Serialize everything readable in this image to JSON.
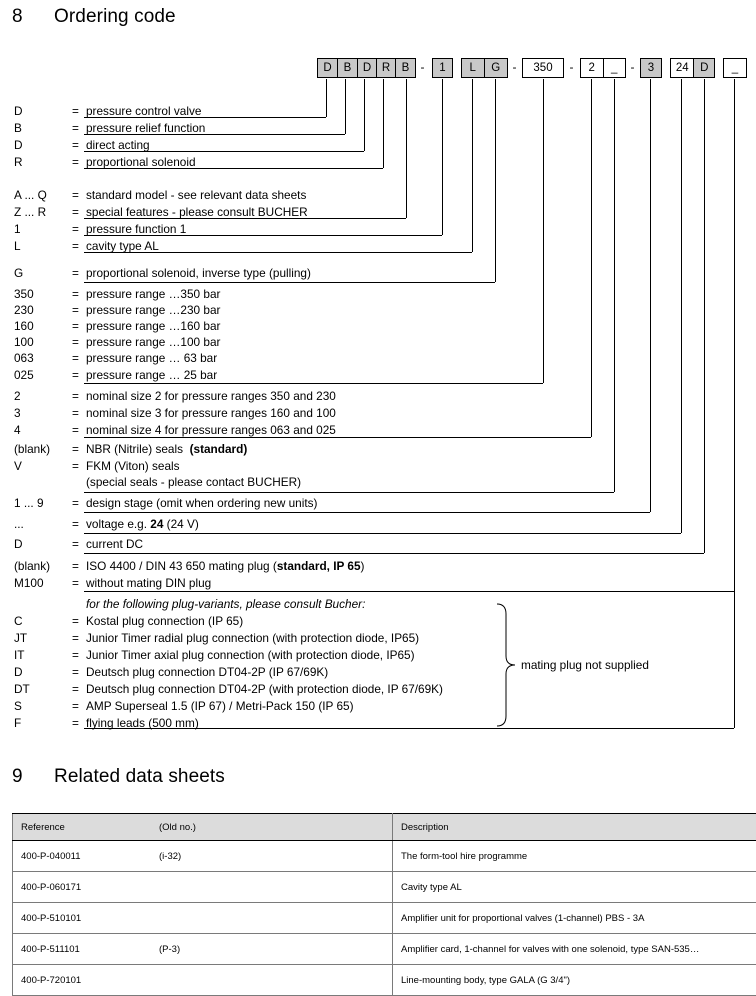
{
  "sections": {
    "ordering": {
      "number": "8",
      "title": "Ordering code"
    },
    "related": {
      "number": "9",
      "title": "Related data sheets"
    }
  },
  "ordering_code": {
    "groups": [
      {
        "name": "model-group",
        "cells": [
          {
            "text": "D",
            "fill": "gray"
          },
          {
            "text": "B",
            "fill": "gray"
          },
          {
            "text": "D",
            "fill": "gray"
          },
          {
            "text": "R",
            "fill": "gray"
          },
          {
            "text": "B",
            "fill": "gray"
          }
        ]
      },
      {
        "name": "separator-1",
        "separator": "-"
      },
      {
        "name": "function-group",
        "cells": [
          {
            "text": "1",
            "fill": "gray"
          }
        ]
      },
      {
        "name": "cavity-solenoid-group",
        "cells": [
          {
            "text": "L",
            "fill": "gray"
          },
          {
            "text": "G",
            "fill": "gray"
          }
        ]
      },
      {
        "name": "separator-2",
        "separator": "-"
      },
      {
        "name": "pressure-range-group",
        "cells": [
          {
            "text": "350",
            "fill": "white"
          }
        ]
      },
      {
        "name": "separator-3",
        "separator": "-"
      },
      {
        "name": "size-seal-group",
        "cells": [
          {
            "text": "2",
            "fill": "white"
          },
          {
            "text": "_",
            "fill": "white"
          }
        ]
      },
      {
        "name": "separator-4",
        "separator": "-"
      },
      {
        "name": "design-stage-group",
        "cells": [
          {
            "text": "3",
            "fill": "gray"
          }
        ]
      },
      {
        "name": "voltage-current-group",
        "cells": [
          {
            "text": "24",
            "fill": "white"
          },
          {
            "text": "D",
            "fill": "gray"
          }
        ]
      },
      {
        "name": "plug-group",
        "cells": [
          {
            "text": "_",
            "fill": "white"
          }
        ]
      }
    ]
  },
  "legend": [
    {
      "key": "D",
      "eq": "=",
      "value": "pressure control valve"
    },
    {
      "key": "B",
      "eq": "=",
      "value": "pressure relief function"
    },
    {
      "key": "D",
      "eq": "=",
      "value": "direct acting"
    },
    {
      "key": "R",
      "eq": "=",
      "value": "proportional solenoid"
    },
    {
      "key": "A ... Q",
      "eq": "=",
      "value": "standard model - see relevant data sheets"
    },
    {
      "key": "Z ... R",
      "eq": "=",
      "value": "special features - please consult BUCHER"
    },
    {
      "key": "1",
      "eq": "=",
      "value": "pressure function 1"
    },
    {
      "key": "L",
      "eq": "=",
      "value": "cavity type AL"
    },
    {
      "key": "G",
      "eq": "=",
      "value": "proportional solenoid, inverse type (pulling)"
    },
    {
      "key": "350",
      "eq": "=",
      "value": "pressure range …350 bar"
    },
    {
      "key": "230",
      "eq": "=",
      "value": "pressure range …230 bar"
    },
    {
      "key": "160",
      "eq": "=",
      "value": "pressure range …160 bar"
    },
    {
      "key": "100",
      "eq": "=",
      "value": "pressure range …100 bar"
    },
    {
      "key": "063",
      "eq": "=",
      "value": "pressure range …  63 bar"
    },
    {
      "key": "025",
      "eq": "=",
      "value": "pressure range …  25 bar"
    },
    {
      "key": "2",
      "eq": "=",
      "value": "nominal size 2 for pressure ranges 350 and 230"
    },
    {
      "key": "3",
      "eq": "=",
      "value": "nominal size 3 for pressure ranges 160 and 100"
    },
    {
      "key": "4",
      "eq": "=",
      "value": "nominal size 4 for pressure ranges 063 and 025"
    },
    {
      "key": "(blank)",
      "eq": "=",
      "value": "NBR (Nitrile) seals  (standard)"
    },
    {
      "key": "V",
      "eq": "=",
      "value": "FKM (Viton) seals"
    },
    {
      "key": "",
      "eq": "",
      "value": "(special seals - please contact BUCHER)"
    },
    {
      "key": "1 ... 9",
      "eq": "=",
      "value": "design stage (omit when ordering new units)"
    },
    {
      "key": "...",
      "eq": "=",
      "value": "voltage e.g. 24 (24 V)"
    },
    {
      "key": "D",
      "eq": "=",
      "value": "current  DC"
    },
    {
      "key": "(blank)",
      "eq": "=",
      "value": "ISO 4400 / DIN 43 650 mating plug (standard, IP 65)"
    },
    {
      "key": "M100",
      "eq": "=",
      "value": "without mating DIN plug"
    },
    {
      "key": "",
      "eq": "",
      "value": "for the following plug-variants, please consult Bucher:"
    },
    {
      "key": "C",
      "eq": "=",
      "value": "Kostal plug connection (IP 65)"
    },
    {
      "key": "JT",
      "eq": "=",
      "value": "Junior Timer radial plug connection (with protection diode, IP65)"
    },
    {
      "key": "IT",
      "eq": "=",
      "value": "Junior Timer axial plug connection (with protection diode, IP65)"
    },
    {
      "key": "D",
      "eq": "=",
      "value": "Deutsch plug connection DT04-2P (IP 67/69K)"
    },
    {
      "key": "DT",
      "eq": "=",
      "value": "Deutsch plug connection DT04-2P (with protection diode, IP 67/69K)"
    },
    {
      "key": "S",
      "eq": "=",
      "value": "AMP Superseal 1.5 (IP 67) / Metri-Pack 150 (IP 65)"
    },
    {
      "key": "F",
      "eq": "=",
      "value": "flying leads (500 mm)"
    }
  ],
  "brace_note": {
    "text": "mating plug not supplied"
  },
  "related_sheets": {
    "columns": [
      "Reference",
      "(Old no.)",
      "Description"
    ],
    "rows": [
      {
        "reference": "400-P-040011",
        "old_no": "(i-32)",
        "description": "The form-tool hire programme"
      },
      {
        "reference": "400-P-060171",
        "old_no": "",
        "description": "Cavity type AL"
      },
      {
        "reference": "400-P-510101",
        "old_no": "",
        "description": "Amplifier unit for proportional valves (1-channel) PBS - 3A"
      },
      {
        "reference": "400-P-511101",
        "old_no": "(P-3)",
        "description": "Amplifier card, 1-channel for valves with one solenoid, type SAN-535…"
      },
      {
        "reference": "400-P-720101",
        "old_no": "",
        "description": "Line-mounting body, type GALA (G 3/4\")"
      }
    ]
  },
  "colors": {
    "box_gray": "#c8c8c8",
    "header_gray": "#dcdcdc",
    "line": "#000000"
  }
}
